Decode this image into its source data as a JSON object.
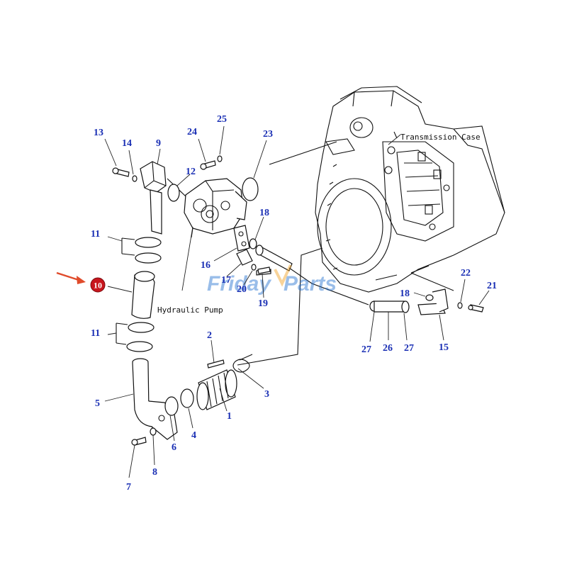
{
  "drawing_labels": {
    "transmission_case": "Transmission Case",
    "hydraulic_pump": "Hydraulic Pump"
  },
  "watermark": {
    "part1": "Friday",
    "part2": "Parts"
  },
  "highlighted_callout": {
    "label": "10",
    "color": "#c8161d"
  },
  "arrow_color": "#e04b2b",
  "callout_color": "#1a2fb4",
  "callouts": {
    "c13": "13",
    "c14": "14",
    "c9": "9",
    "c24": "24",
    "c25": "25",
    "c23": "23",
    "c12": "12",
    "c18a": "18",
    "c11a": "11",
    "c16": "16",
    "c17": "17",
    "c20": "20",
    "c19": "19",
    "c11b": "11",
    "c2": "2",
    "c3": "3",
    "c5": "5",
    "c1": "1",
    "c4": "4",
    "c6": "6",
    "c8": "8",
    "c7": "7",
    "c22": "22",
    "c21": "21",
    "c18b": "18",
    "c27a": "27",
    "c26": "26",
    "c27b": "27",
    "c15": "15"
  }
}
